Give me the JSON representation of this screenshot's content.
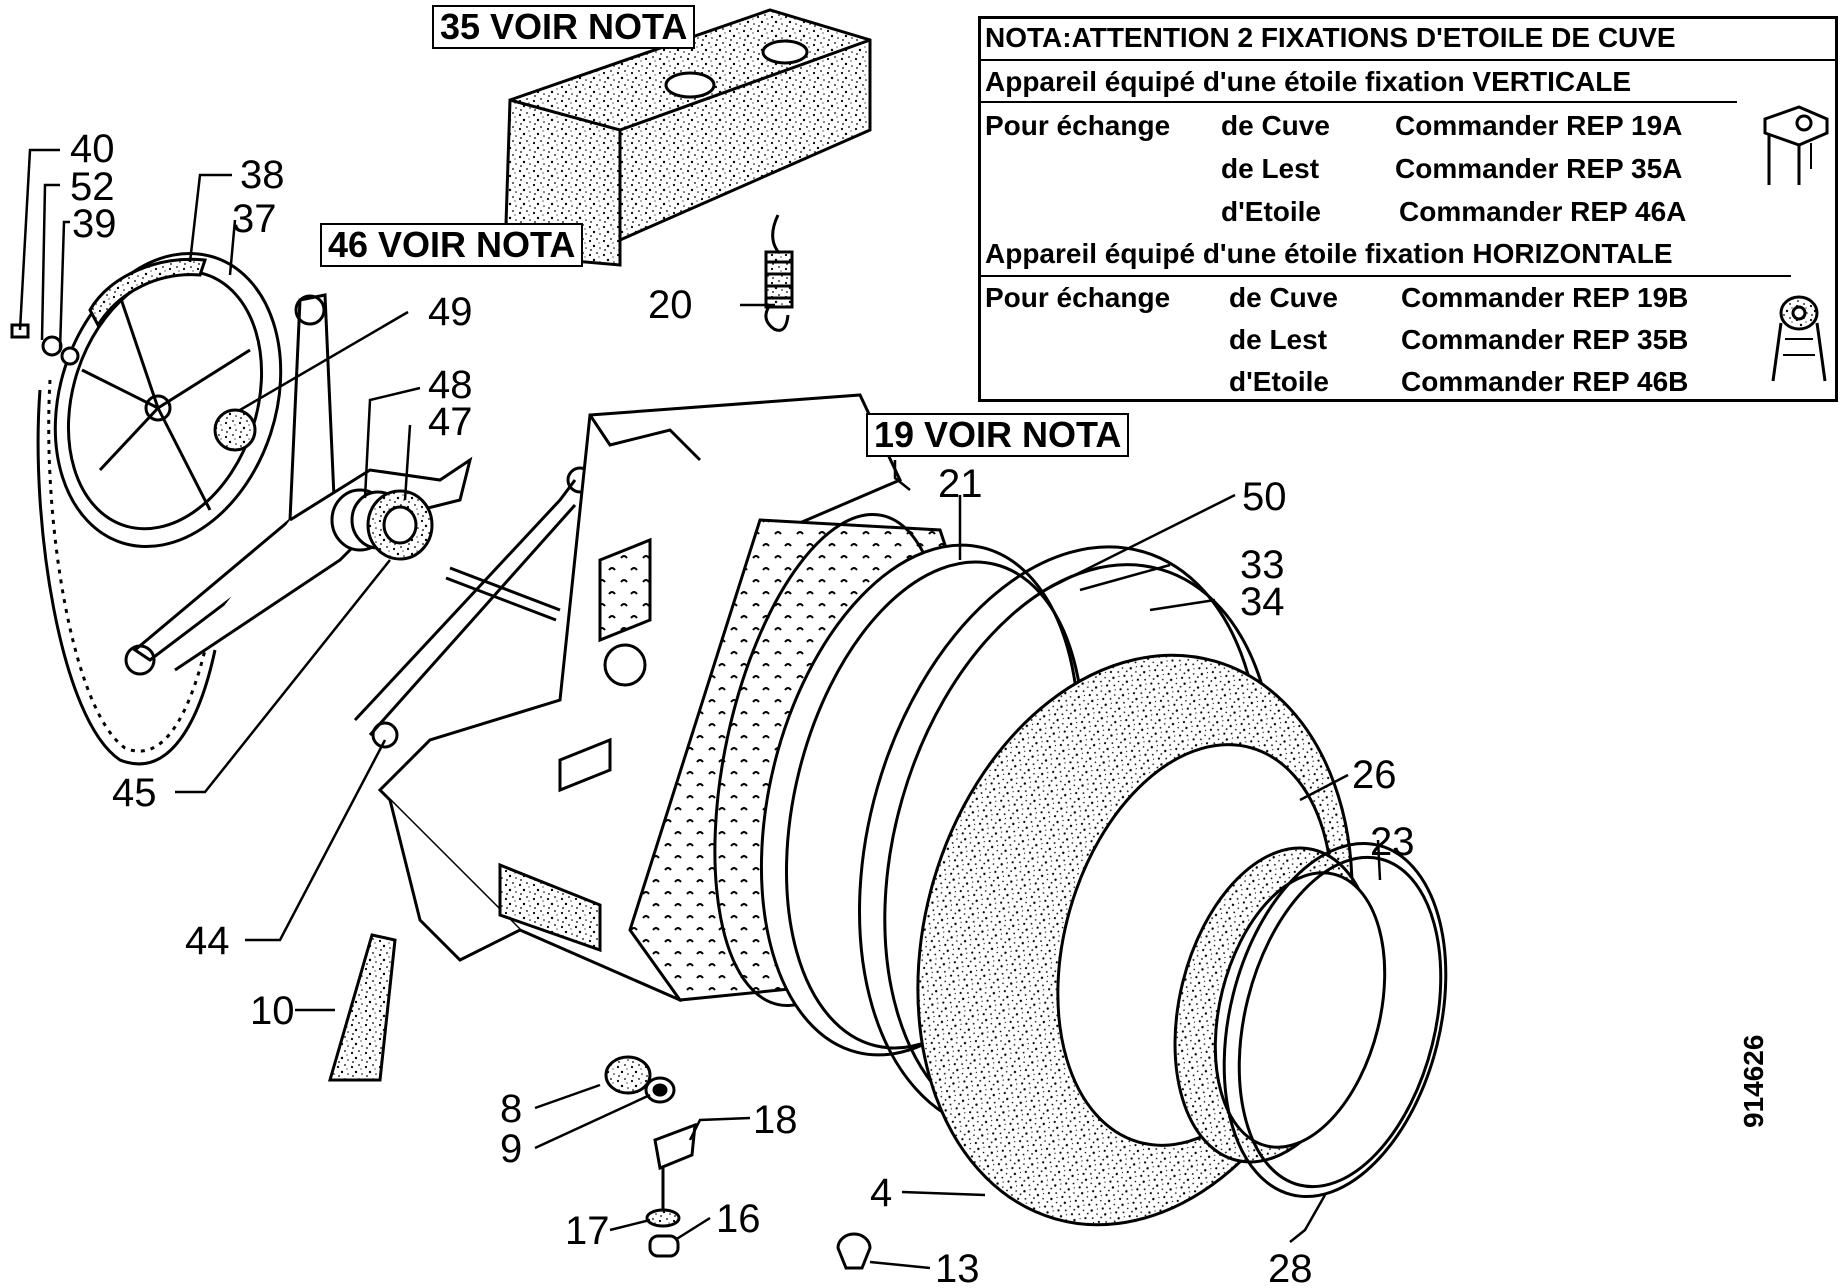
{
  "callouts": {
    "box35": "35 VOIR NOTA",
    "box46": "46 VOIR NOTA",
    "box19": "19 VOIR NOTA"
  },
  "part_labels": {
    "p40": "40",
    "p52": "52",
    "p39": "39",
    "p38": "38",
    "p37": "37",
    "p49": "49",
    "p48": "48",
    "p47": "47",
    "p45": "45",
    "p44": "44",
    "p10": "10",
    "p8": "8",
    "p9": "9",
    "p18": "18",
    "p17": "17",
    "p16": "16",
    "p13": "13",
    "p4": "4",
    "p28": "28",
    "p23": "23",
    "p26": "26",
    "p34": "34",
    "p33": "33",
    "p50": "50",
    "p21": "21",
    "p20": "20"
  },
  "nota": {
    "title": "NOTA:ATTENTION 2 FIXATIONS D'ETOILE  DE CUVE",
    "vertical": {
      "heading": "Appareil équipé d'une étoile fixation VERTICALE",
      "prefix": "Pour échange",
      "rows": [
        {
          "item": "de Cuve",
          "order": "Commander REP  19A"
        },
        {
          "item": "de Lest",
          "order": "Commander REP  35A"
        },
        {
          "item": "d'Etoile",
          "order": "Commander REP  46A"
        }
      ]
    },
    "horizontal": {
      "heading": "Appareil équipé d'une étoile fixation HORIZONTALE",
      "prefix": "Pour échange",
      "rows": [
        {
          "item": "de Cuve",
          "order": "Commander REP 19B"
        },
        {
          "item": "de Lest",
          "order": "Commander REP 35B"
        },
        {
          "item": "d'Etoile",
          "order": "Commander REP 46B"
        }
      ]
    }
  },
  "drawing_code": "914626"
}
